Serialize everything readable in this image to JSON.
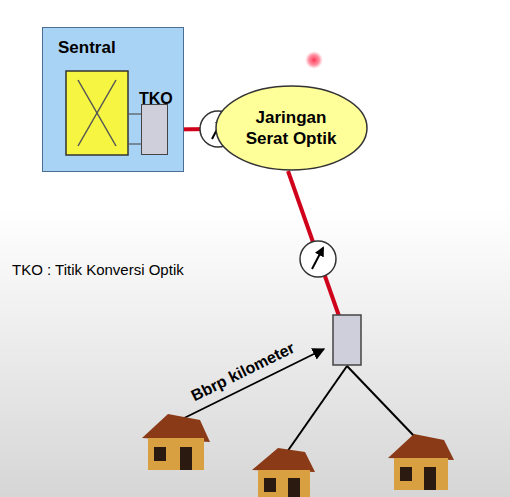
{
  "diagram": {
    "nodes": [
      {
        "text": [
          "Sentral"
        ]
      },
      {
        "text": [
          "TKO"
        ],
        "in": 0
      },
      {
        "text": [
          "Jaringan Serat Optik"
        ]
      }
    ],
    "edges": [
      {
        "from": 1,
        "to": 2,
        "arrow": "none"
      }
    ],
    "labels": [
      "TKO : Titik Konversi Optik",
      "Bbrp kilometer"
    ]
  }
}
